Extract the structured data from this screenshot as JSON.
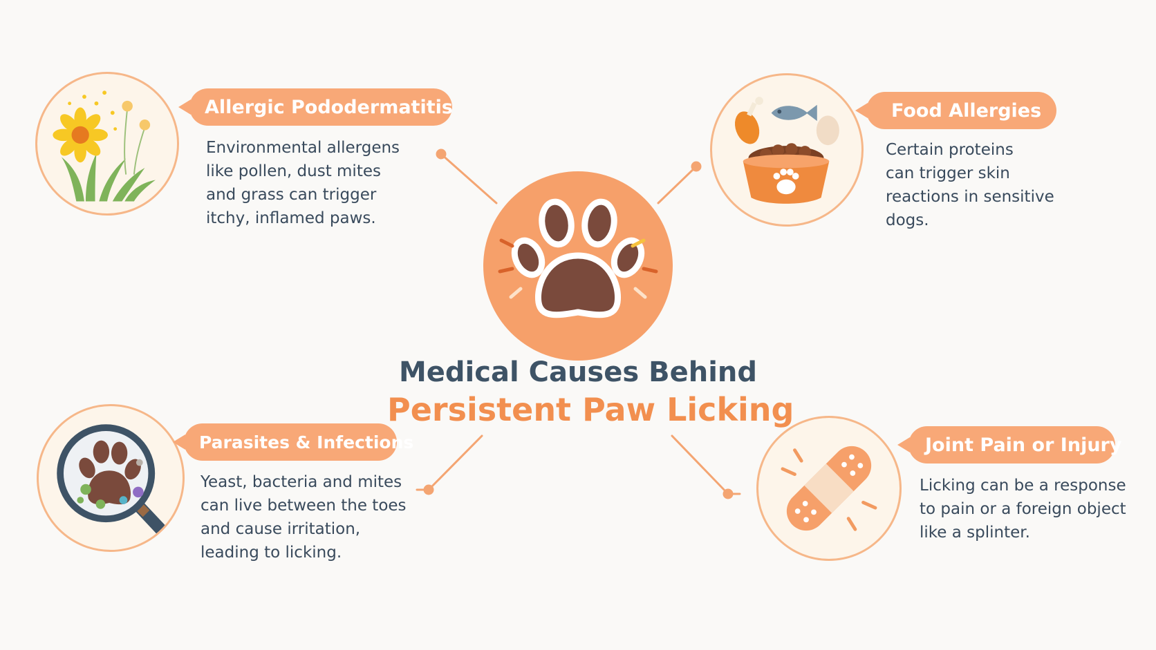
{
  "title": {
    "line1": "Medical Causes Behind",
    "line2": "Persistent Paw Licking"
  },
  "causes": [
    {
      "heading": "Allergic Pododermatitis",
      "lines": [
        "Environmental allergens",
        "like pollen, dust mites",
        "and grass can trigger",
        "itchy, inflamed paws."
      ],
      "icon": "flower-grass-icon"
    },
    {
      "heading": "Food Allergies",
      "lines": [
        "Certain proteins",
        "can trigger skin",
        "reactions in sensitive",
        "dogs."
      ],
      "icon": "food-bowl-icon"
    },
    {
      "heading": "Parasites & Infections",
      "lines": [
        "Yeast, bacteria and mites",
        "can live between the toes",
        "and cause irritation,",
        "leading to licking."
      ],
      "icon": "magnifier-germs-icon"
    },
    {
      "heading": "Joint Pain or Injury",
      "lines": [
        "Licking can be a response",
        "to pain or a foreign object",
        "like a splinter."
      ],
      "icon": "bandage-icon"
    }
  ],
  "colors": {
    "background": "#faf9f7",
    "accent": "#f8a877",
    "center_circle": "#f6a06a",
    "title_dark": "#3e5366",
    "title_orange": "#f28f4f",
    "text": "#394a5c",
    "paw": "#7a4a3c"
  }
}
